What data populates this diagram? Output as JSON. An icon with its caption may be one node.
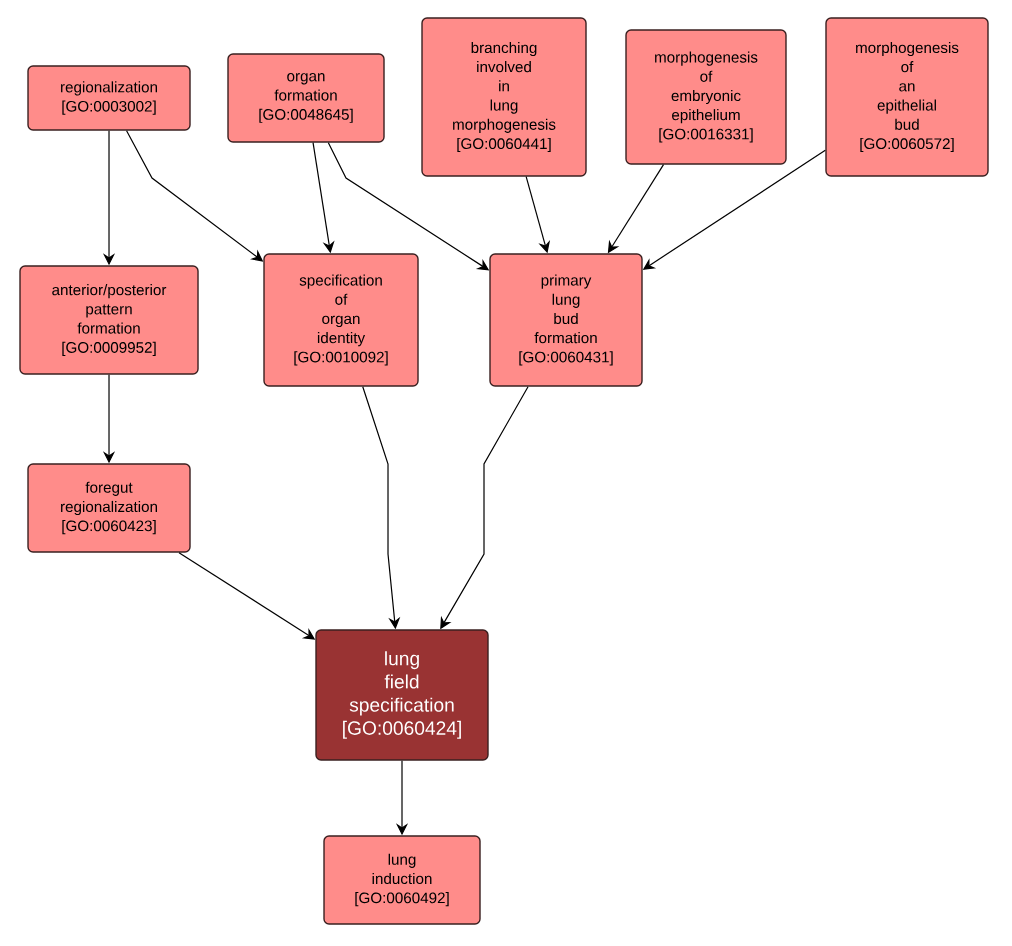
{
  "diagram": {
    "nodes": [
      {
        "text": [
          "regionalization",
          "[GO:0003002]"
        ]
      },
      {
        "text": [
          "organ formation",
          "[GO:0048645]"
        ]
      },
      {
        "text": [
          "branching involved in lung morphogenesis",
          "[GO:0060441]"
        ]
      },
      {
        "text": [
          "morphogenesis of embryonic epithelium",
          "[GO:0016331]"
        ]
      },
      {
        "text": [
          "morphogenesis of an epithelial bud",
          "[GO:0060572]"
        ]
      },
      {
        "text": [
          "anterior/posterior pattern formation",
          "[GO:0009952]"
        ]
      },
      {
        "text": [
          "specification of organ identity",
          "[GO:0010092]"
        ]
      },
      {
        "text": [
          "primary lung bud formation",
          "[GO:0060431]"
        ]
      },
      {
        "text": [
          "foregut regionalization",
          "[GO:0060423]"
        ]
      },
      {
        "text": [
          "lung field specification",
          "[GO:0060424]"
        ]
      },
      {
        "text": [
          "lung induction",
          "[GO:0060492]"
        ]
      }
    ],
    "edges": [
      {
        "from": 0,
        "to": 5,
        "arrow": "to"
      },
      {
        "from": 0,
        "to": 6,
        "arrow": "to"
      },
      {
        "from": 1,
        "to": 6,
        "arrow": "to"
      },
      {
        "from": 1,
        "to": 7,
        "arrow": "to"
      },
      {
        "from": 2,
        "to": 7,
        "arrow": "to"
      },
      {
        "from": 3,
        "to": 7,
        "arrow": "to"
      },
      {
        "from": 4,
        "to": 7,
        "arrow": "to"
      },
      {
        "from": 5,
        "to": 8,
        "arrow": "to"
      },
      {
        "from": 6,
        "to": 9,
        "arrow": "to"
      },
      {
        "from": 7,
        "to": 9,
        "arrow": "to"
      },
      {
        "from": 8,
        "to": 9,
        "arrow": "to"
      },
      {
        "from": 9,
        "to": 10,
        "arrow": "to"
      }
    ]
  }
}
